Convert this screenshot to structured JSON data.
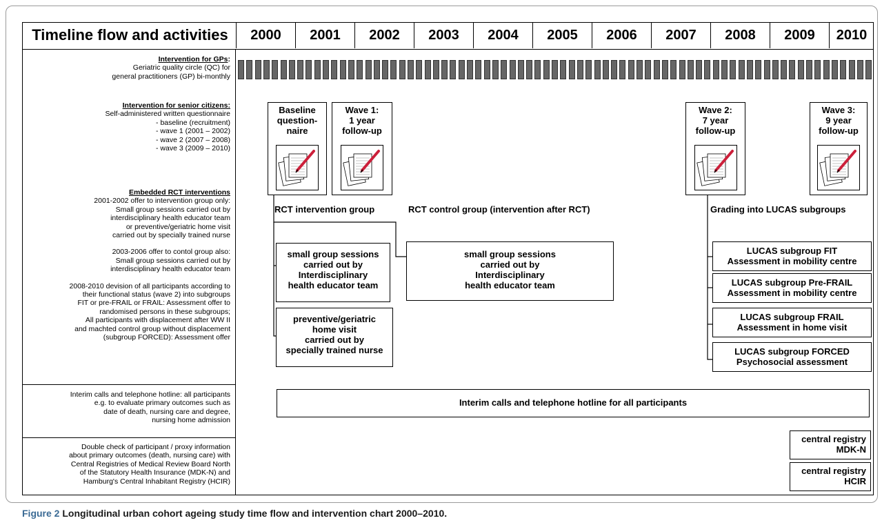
{
  "header": {
    "title": "Timeline flow and activities",
    "years": [
      "2000",
      "2001",
      "2002",
      "2003",
      "2004",
      "2005",
      "2006",
      "2007",
      "2008",
      "2009",
      "2010"
    ]
  },
  "left": {
    "gp": {
      "title": "Intervention for GPs",
      "title_suffix": ":",
      "lines": [
        "Geriatric quality circle (QC) for",
        "general practitioners (GP) bi-monthly"
      ]
    },
    "senior": {
      "title": "Intervention for senior citizens:",
      "lines": [
        "Self-administered written questionnaire",
        "- baseline (recruitment)",
        "- wave 1 (2001 – 2002)",
        "- wave 2 (2007 – 2008)",
        "- wave 3 (2009 – 2010)"
      ]
    },
    "rct": {
      "title": "Embedded RCT interventions",
      "lines_a": [
        "2001-2002 offer to intervention group only:",
        "Small group sessions carried out by",
        "interdisciplinary health educator team",
        "or preventive/geriatric home visit",
        "carried out by specially trained nurse"
      ],
      "lines_b": [
        "2003-2006 offer to contol group also:",
        "Small group sessions carried out by",
        "interdisciplinary health educator team"
      ],
      "lines_c": [
        "2008-2010 devision of all participants according to",
        "their functional status (wave 2) into subgroups",
        "FIT or pre-FRAIL or FRAIL: Assessment offer to",
        "randomised persons in these subgroups;",
        "All participants with displacement  after WW II",
        "and machted control group without displacement",
        "(subgroup FORCED): Assessment offer"
      ]
    },
    "interim": {
      "lines": [
        "Interim calls and telephone hotline: all participants",
        "e.g. to evaluate primary outcomes such as",
        "date of death, nursing care and degree,",
        "nursing home admission"
      ]
    },
    "double": {
      "lines": [
        "Double check of participant / proxy information",
        "about primary outcomes (death, nursing care) with",
        "Central Registries of Medical Review Board North",
        "of the Statutory Health Insurance (MDK-N) and",
        "Hamburg's Central Inhabitant Registry (HCIR)"
      ]
    }
  },
  "waves": {
    "baseline": [
      "Baseline",
      "question-",
      "naire"
    ],
    "wave1": [
      "Wave 1:",
      "1 year",
      "follow-up"
    ],
    "wave2": [
      "Wave 2:",
      "7 year",
      "follow-up"
    ],
    "wave3": [
      "Wave 3:",
      "9 year",
      "follow-up"
    ]
  },
  "rct_labels": {
    "intervention": "RCT intervention group",
    "control": "RCT control group (intervention after RCT)",
    "grading": "Grading into LUCAS subgroups"
  },
  "boxes": {
    "small_group_1": [
      "small group sessions",
      "carried out by",
      "Interdisciplinary",
      "health educator team"
    ],
    "home_visit": [
      "preventive/geriatric",
      "home visit",
      "carried out by",
      "specially trained nurse"
    ],
    "small_group_2": [
      "small group sessions",
      "carried out by",
      "Interdisciplinary",
      "health educator team"
    ],
    "lucas_fit": [
      "LUCAS subgroup FIT",
      "Assessment in mobility centre"
    ],
    "lucas_prefrail": [
      "LUCAS subgroup Pre-FRAIL",
      "Assessment in mobility centre"
    ],
    "lucas_frail": [
      "LUCAS subgroup FRAIL",
      "Assessment in home visit"
    ],
    "lucas_forced": [
      "LUCAS subgroup FORCED",
      "Psychosocial assessment"
    ],
    "interim": "Interim calls and telephone hotline for all participants",
    "mdk": [
      "central registry",
      "MDK-N"
    ],
    "hcir": [
      "central registry",
      "HCIR"
    ]
  },
  "caption": {
    "label": "Figure 2",
    "text": "Longitudinal urban cohort ageing study time flow and intervention chart 2000–2010."
  },
  "colors": {
    "qc_block": "#666666",
    "caption_label": "#3a6a94",
    "pen": "#cc1f3a"
  }
}
